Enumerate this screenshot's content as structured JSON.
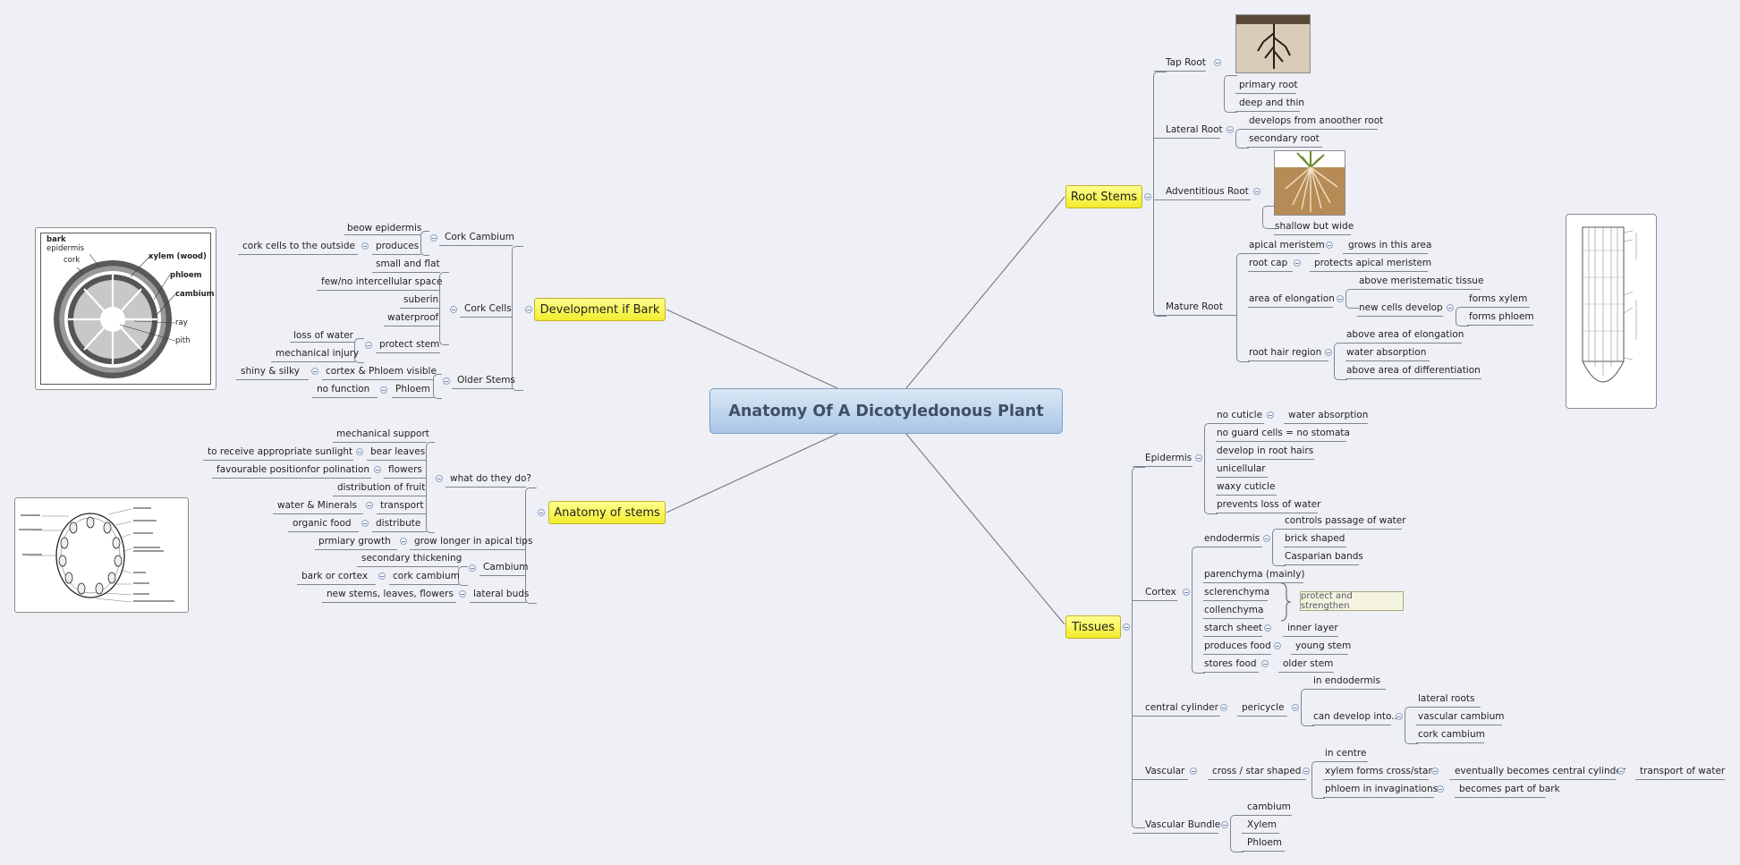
{
  "title": "Anatomy Of A Dicotyledonous Plant",
  "branches": {
    "bark": "Development if Bark",
    "stems": "Anatomy of stems",
    "roots": "Root Stems",
    "tissues": "Tissues"
  },
  "bark": {
    "cork_cambium": "Cork Cambium",
    "beow_epidermis": "beow epidermis",
    "produces": "produces",
    "cork_outside": "cork cells to the outside",
    "cork_cells": "Cork Cells",
    "small_flat": "small and flat",
    "few_space": "few/no intercellular space",
    "suberin": "suberin",
    "waterproof": "waterproof",
    "protect_stem": "protect stem",
    "loss_water": "loss of water",
    "mech_injury": "mechanical injury",
    "older_stems": "Older Stems",
    "cortex_phloem": "cortex & Phloem visible",
    "shiny": "shiny  & silky",
    "phloem": "Phloem",
    "no_function": "no function"
  },
  "stems": {
    "what": "what do they do?",
    "mech_support": "mechanical support",
    "bear_leaves": "bear leaves",
    "sunlight": "to receive appropriate sunlight",
    "flowers": "flowers",
    "fav_pos": "favourable positionfor polination",
    "dist_fruit": "distribution of fruit",
    "transport": "transport",
    "water_min": "water & Minerals",
    "distribute": "distribute",
    "organic_food": "organic food",
    "grow_longer": "grow longer in apical tips",
    "prim_growth": "prmiary growth",
    "cambium": "Cambium",
    "sec_thick": "secondary thickening",
    "cork_cambium": "cork cambium",
    "bark_cortex": "bark or cortex",
    "lateral_buds": "lateral buds",
    "new_stems": "new stems, leaves, flowers"
  },
  "roots": {
    "tap": "Tap Root",
    "primary": "primary root",
    "deep_thin": "deep and thin",
    "lateral": "Lateral Root",
    "develops": "develops from anoother root",
    "secondary": "secondary root",
    "advent": "Adventitious  Root",
    "shallow": "shallow but wide",
    "mature": "Mature Root",
    "apical": "apical meristem",
    "grows": "grows in this area",
    "root_cap": "root cap",
    "protects": "protects apical meristem",
    "elong": "area of elongation",
    "above_mer": "above meristematic tissue",
    "new_cells": "new cells develop",
    "xylem": "forms xylem",
    "phloem": "forms phloem",
    "hair": "root hair region",
    "above_elong": "above area of elongation",
    "water_abs": "water absorption",
    "above_diff": "above area of differentiation"
  },
  "tissues": {
    "epidermis": "Epidermis",
    "no_cuticle": "no cuticle",
    "water_abs": "water absorption",
    "no_guard": "no guard cells = no stomata",
    "root_hairs": "develop in root hairs",
    "unicell": "unicellular",
    "waxy": "waxy cuticle",
    "prevents": "prevents loss of water",
    "cortex": "Cortex",
    "endodermis": "endodermis",
    "controls": "controls passage of water",
    "brick": "brick shaped",
    "casparian": "Casparian bands",
    "parenchyma": "parenchyma (mainly)",
    "sclerenchyma": "sclerenchyma",
    "collenchyma": "collenchyma",
    "protect": "protect and strengthen",
    "starch": "starch sheet",
    "inner": "inner layer",
    "prod_food": "produces food",
    "young": "young stem",
    "stores": "stores food",
    "older": "older stem",
    "central": "central cylinder",
    "pericycle": "pericycle",
    "in_endo": "in endodermis",
    "can_dev": "can develop into..",
    "lat_roots": "lateral roots",
    "vasc_camb": "vascular cambium",
    "cork_camb": "cork cambium",
    "vascular": "Vascular",
    "cross": "cross / star shaped",
    "in_centre": "in centre",
    "xylem_cross": "xylem forms cross/star",
    "eventually": "eventually becomes central cylinder",
    "transport": "transport of water",
    "phloem_inv": "phloem in invaginations",
    "part_bark": "becomes part of bark",
    "vbundle": "Vascular Bundle",
    "cambium": "cambium",
    "xylem": "Xylem",
    "phloem": "Phloem"
  },
  "figures": {
    "bark": {
      "bark": "bark",
      "epidermis": "epidermis",
      "cork": "cork",
      "xylem": "xylem (wood)",
      "phloem": "phloem",
      "cambium": "cambium",
      "ray": "ray",
      "pith": "pith"
    }
  }
}
